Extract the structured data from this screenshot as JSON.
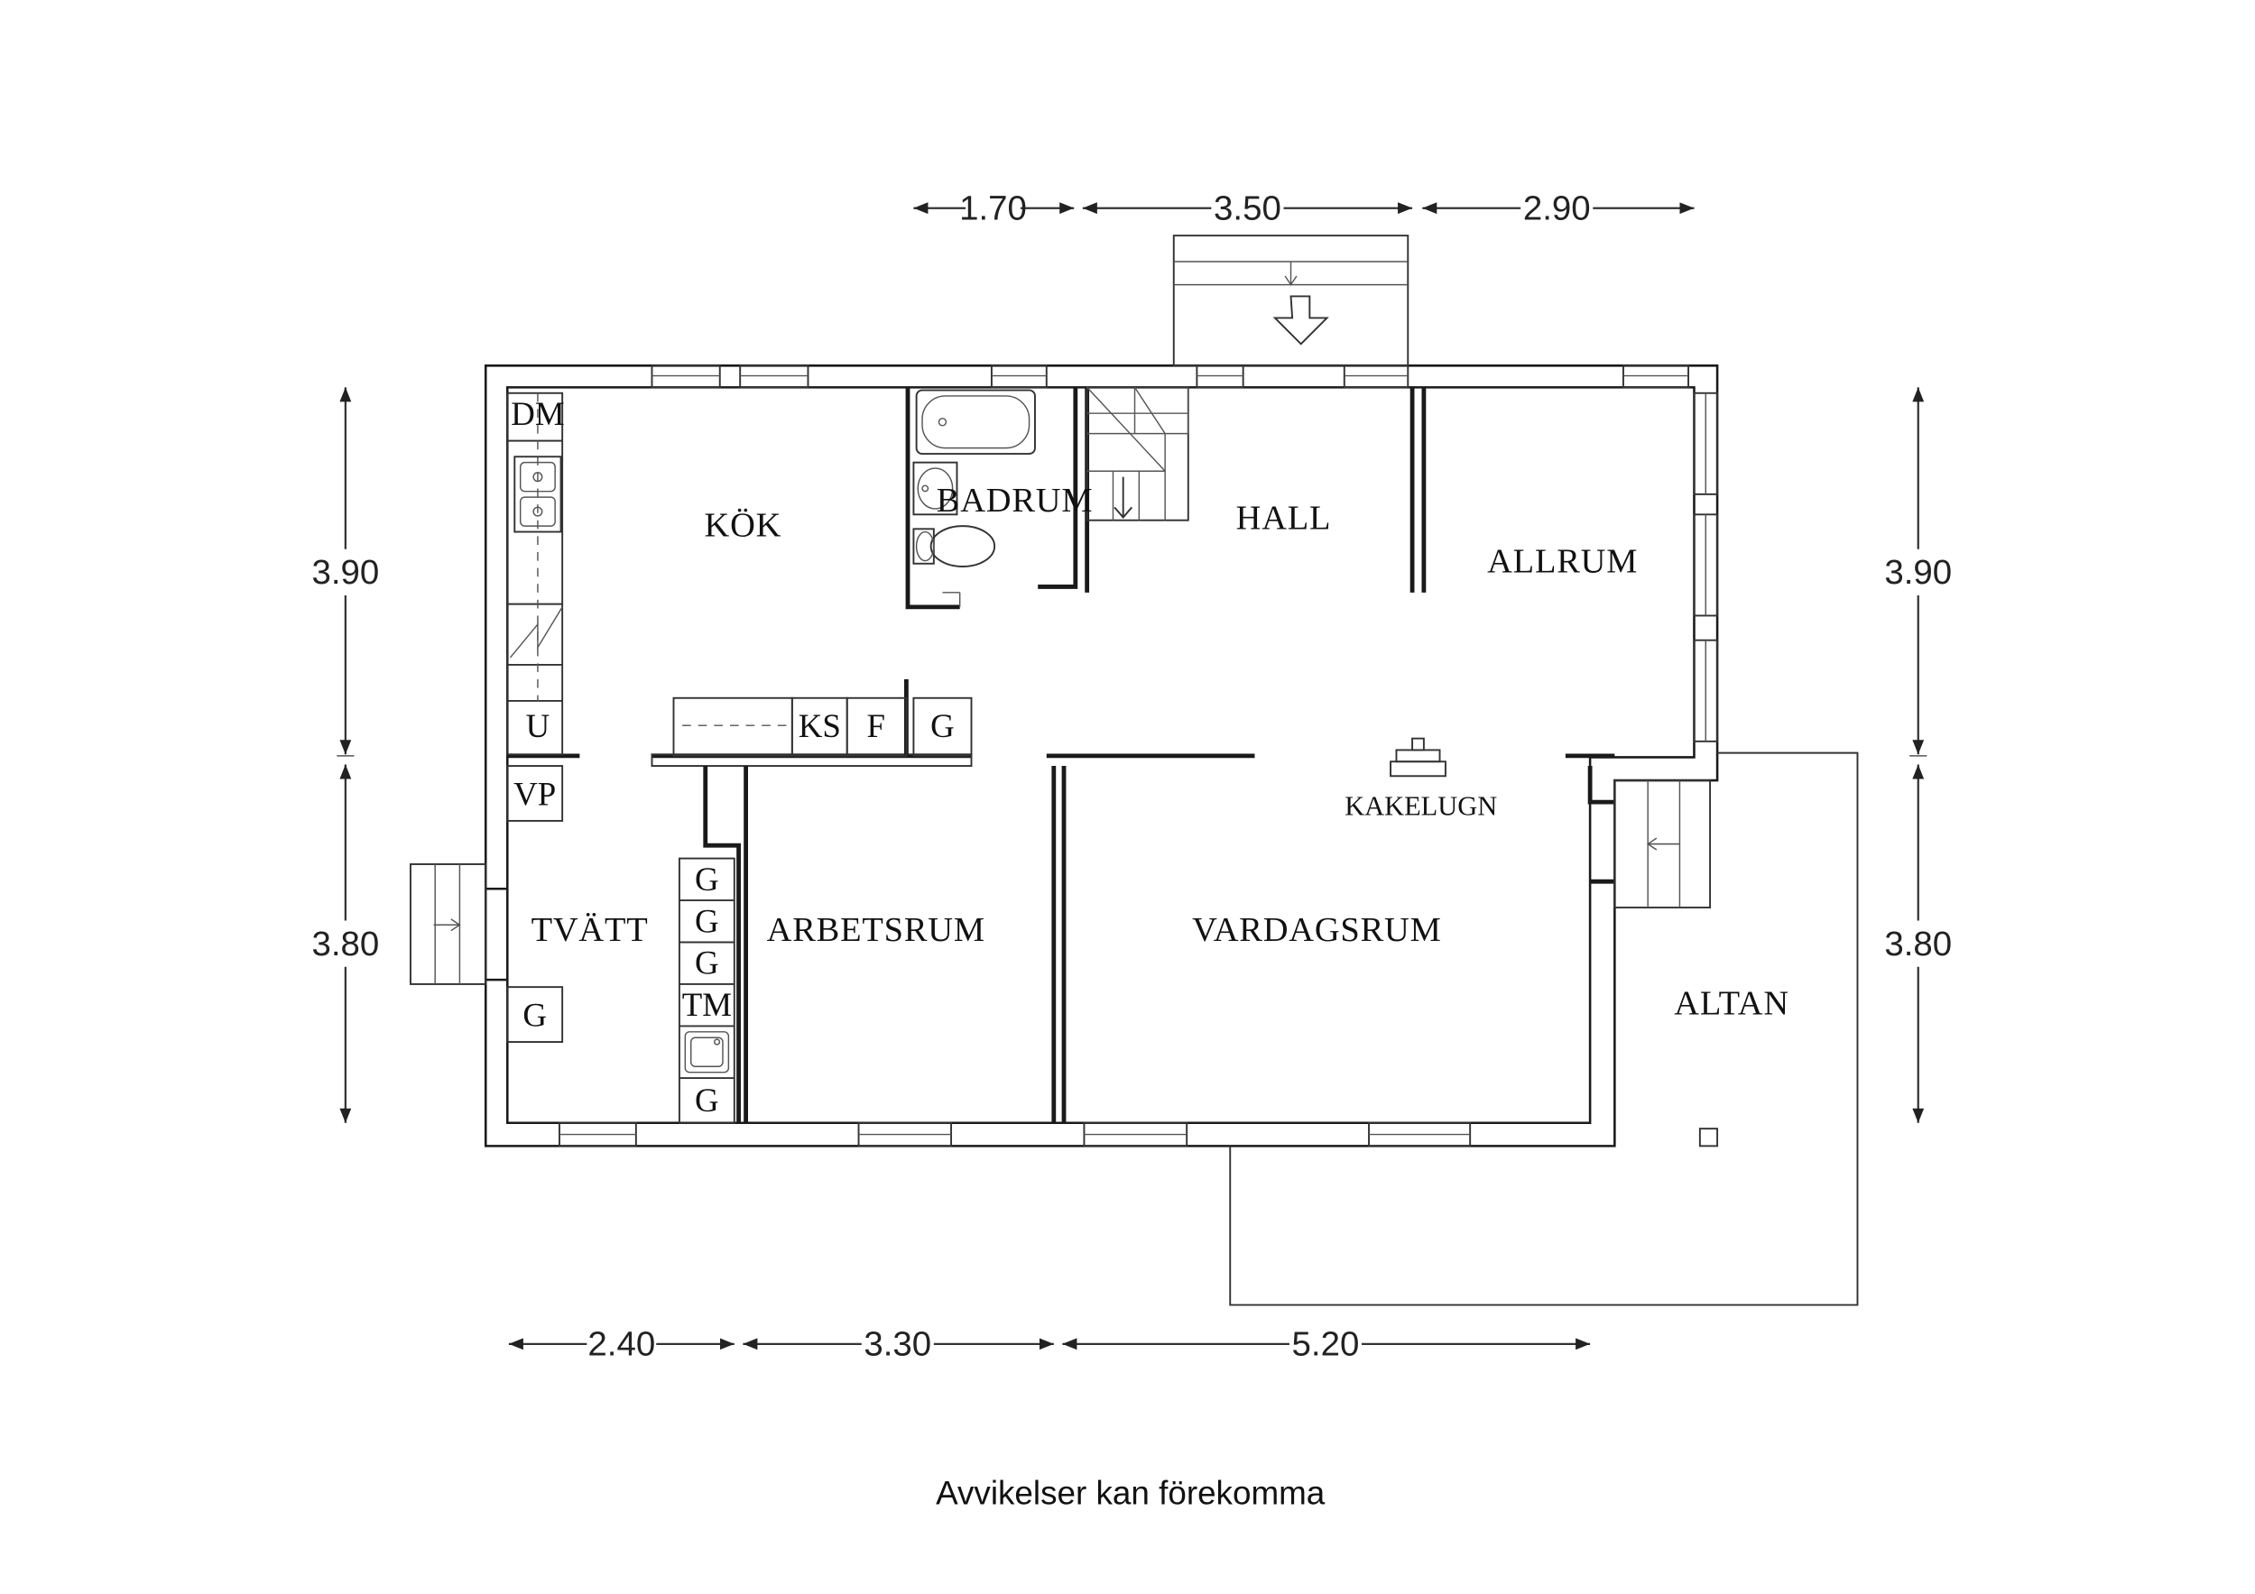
{
  "rooms": {
    "kok": "KÖK",
    "badrum": "BADRUM",
    "hall": "HALL",
    "allrum": "ALLRUM",
    "tvatt": "TVÄTT",
    "arbetsrum": "ARBETSRUM",
    "vardagsrum": "VARDAGSRUM",
    "altan": "ALTAN",
    "kakelugn": "KAKELUGN"
  },
  "fixtures": {
    "dm": "DM",
    "u": "U",
    "vp": "VP",
    "ks": "KS",
    "f": "F",
    "g": "G",
    "tm": "TM"
  },
  "dimensions": {
    "top": [
      "1.70",
      "3.50",
      "2.90"
    ],
    "bottom": [
      "2.40",
      "3.30",
      "5.20"
    ],
    "left": [
      "3.90",
      "3.80"
    ],
    "right": [
      "3.90",
      "3.80"
    ]
  },
  "disclaimer": "Avvikelser kan förekomma"
}
